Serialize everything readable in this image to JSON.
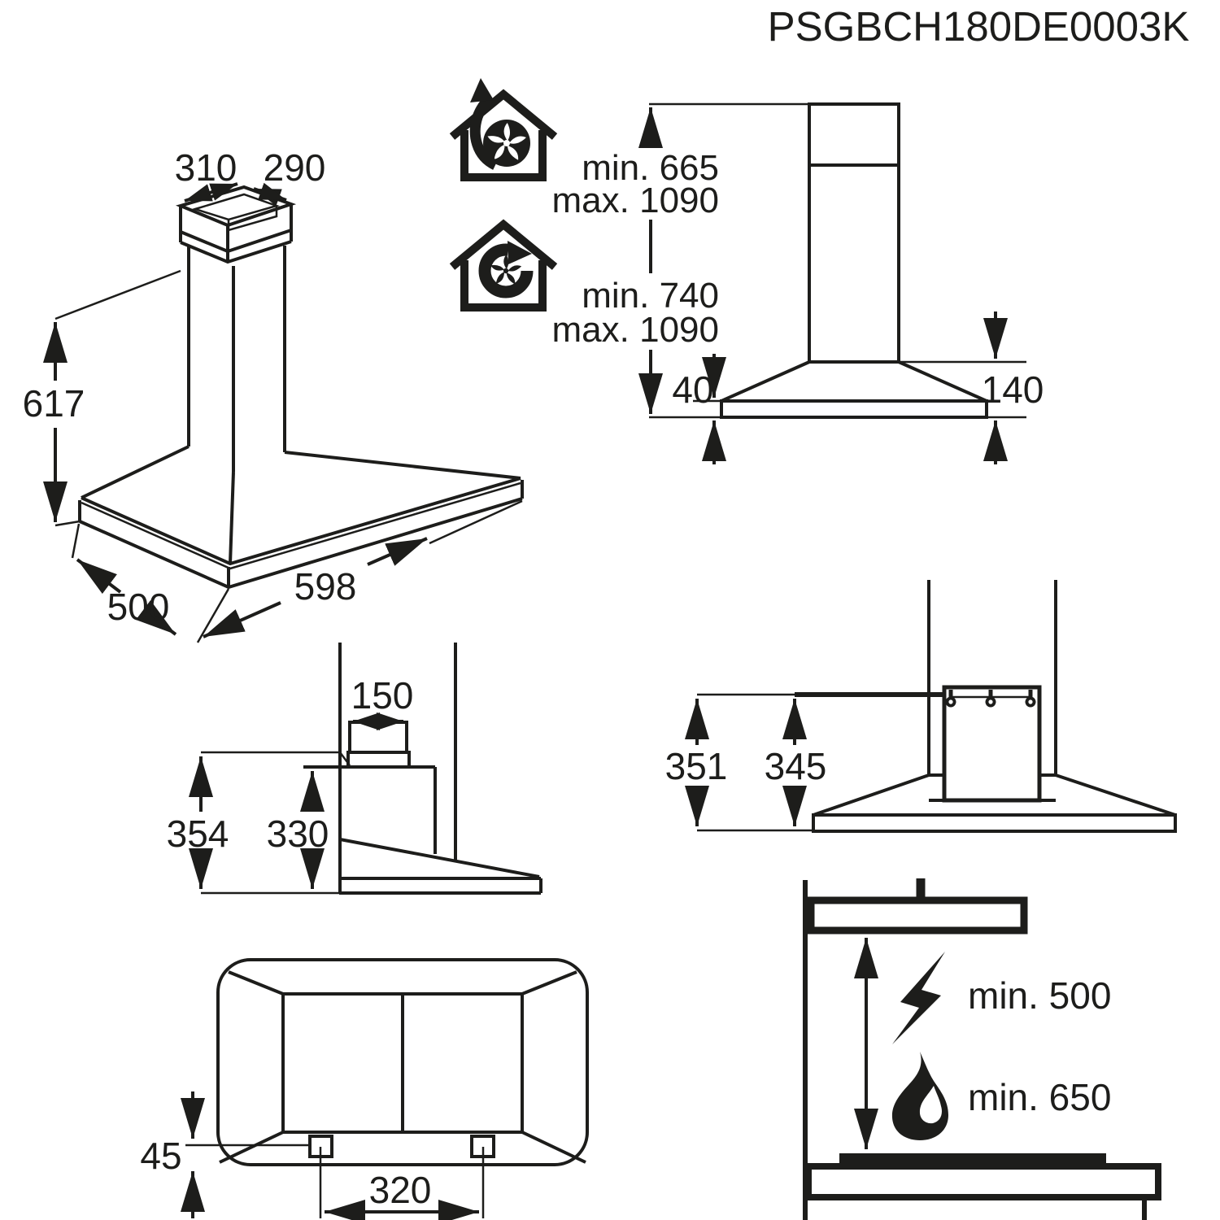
{
  "title": "PSGBCH180DE0003K",
  "colors": {
    "ink": "#1d1d1b",
    "background": "#ffffff"
  },
  "isometric_view": {
    "chimney_top_width": "310",
    "chimney_top_depth": "290",
    "total_height": "617",
    "hood_depth": "500",
    "hood_width": "598"
  },
  "mounting_heights": {
    "exhaust_mode": {
      "icon": "house-exhaust-icon",
      "min": "min. 665",
      "max": "max. 1090"
    },
    "recirculation_mode": {
      "icon": "house-recirculation-icon",
      "min": "min. 740",
      "max": "max. 1090"
    }
  },
  "front_view": {
    "base_rim_height": "40",
    "canopy_height": "140"
  },
  "side_view": {
    "duct_diameter": "150",
    "total_height": "354",
    "body_height": "330"
  },
  "bracket_view": {
    "height_to_keyhole": "351",
    "height_to_bracket_top": "345"
  },
  "bottom_view": {
    "fixing_edge_offset": "45",
    "fixing_hole_spacing": "320"
  },
  "clearances": {
    "electric_hob": {
      "icon": "lightning-icon",
      "label": "min. 500"
    },
    "gas_hob": {
      "icon": "flame-icon",
      "label": "min. 650"
    }
  }
}
